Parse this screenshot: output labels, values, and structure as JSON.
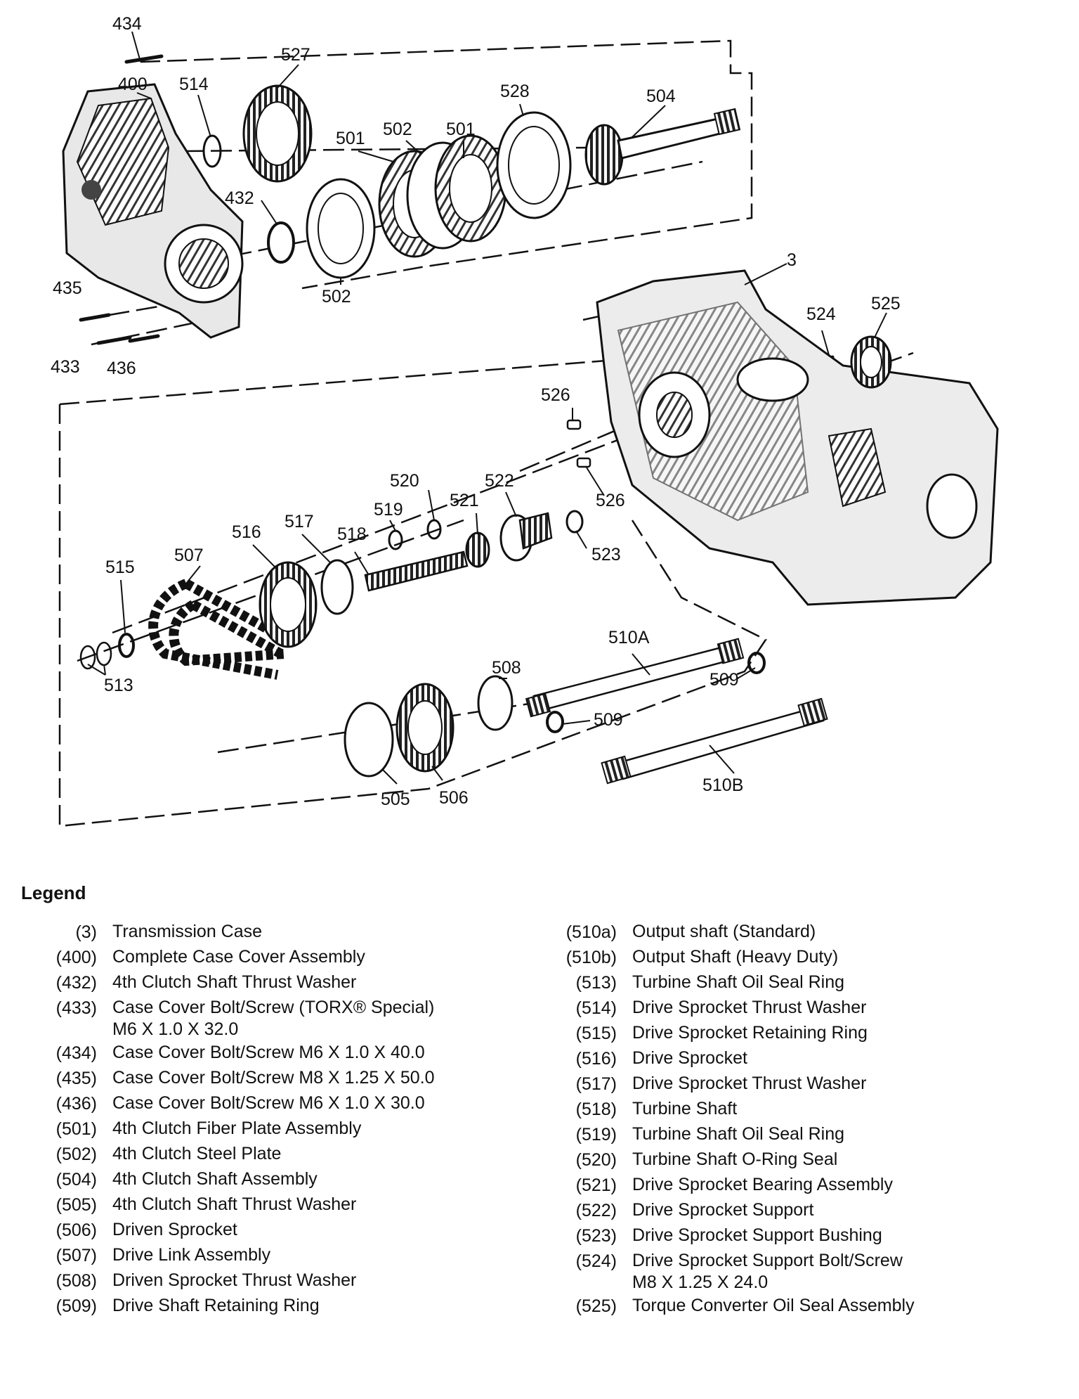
{
  "callouts": [
    "434",
    "527",
    "400",
    "514",
    "528",
    "504",
    "501",
    "502",
    "501",
    "432",
    "502",
    "3",
    "435",
    "524",
    "525",
    "433",
    "436",
    "526",
    "520",
    "522",
    "519",
    "521",
    "526",
    "516",
    "517",
    "518",
    "507",
    "515",
    "523",
    "510A",
    "508",
    "509",
    "513",
    "509",
    "505",
    "506",
    "510B"
  ],
  "legend": {
    "title": "Legend",
    "left": [
      {
        "code": "(3)",
        "desc": "Transmission Case"
      },
      {
        "code": "(400)",
        "desc": "Complete Case Cover Assembly"
      },
      {
        "code": "(432)",
        "desc": "4th Clutch Shaft Thrust Washer"
      },
      {
        "code": "(433)",
        "desc": "Case Cover Bolt/Screw (TORX® Special)\nM6 X 1.0 X 32.0"
      },
      {
        "code": "(434)",
        "desc": "Case Cover Bolt/Screw M6 X 1.0 X 40.0"
      },
      {
        "code": "(435)",
        "desc": "Case Cover Bolt/Screw M8 X 1.25 X 50.0"
      },
      {
        "code": "(436)",
        "desc": "Case Cover Bolt/Screw M6 X 1.0 X 30.0"
      },
      {
        "code": "(501)",
        "desc": "4th Clutch Fiber Plate Assembly"
      },
      {
        "code": "(502)",
        "desc": "4th Clutch Steel Plate"
      },
      {
        "code": "(504)",
        "desc": "4th Clutch Shaft Assembly"
      },
      {
        "code": "(505)",
        "desc": "4th Clutch Shaft Thrust Washer"
      },
      {
        "code": "(506)",
        "desc": "Driven Sprocket"
      },
      {
        "code": "(507)",
        "desc": "Drive Link Assembly"
      },
      {
        "code": "(508)",
        "desc": "Driven Sprocket Thrust Washer"
      },
      {
        "code": "(509)",
        "desc": "Drive Shaft Retaining Ring"
      }
    ],
    "right": [
      {
        "code": "(510a)",
        "desc": "Output shaft (Standard)"
      },
      {
        "code": "(510b)",
        "desc": "Output Shaft (Heavy Duty)"
      },
      {
        "code": "(513)",
        "desc": "Turbine Shaft Oil Seal Ring"
      },
      {
        "code": "(514)",
        "desc": "Drive Sprocket Thrust Washer"
      },
      {
        "code": "(515)",
        "desc": "Drive Sprocket Retaining Ring"
      },
      {
        "code": "(516)",
        "desc": "Drive Sprocket"
      },
      {
        "code": "(517)",
        "desc": "Drive Sprocket Thrust Washer"
      },
      {
        "code": "(518)",
        "desc": "Turbine Shaft"
      },
      {
        "code": "(519)",
        "desc": "Turbine Shaft Oil Seal Ring"
      },
      {
        "code": "(520)",
        "desc": "Turbine Shaft O-Ring Seal"
      },
      {
        "code": "(521)",
        "desc": "Drive Sprocket Bearing Assembly"
      },
      {
        "code": "(522)",
        "desc": "Drive Sprocket Support"
      },
      {
        "code": "(523)",
        "desc": "Drive Sprocket Support Bushing"
      },
      {
        "code": "(524)",
        "desc": "Drive Sprocket Support Bolt/Screw\nM8 X 1.25 X 24.0"
      },
      {
        "code": "(525)",
        "desc": "Torque Converter Oil Seal Assembly"
      }
    ]
  }
}
